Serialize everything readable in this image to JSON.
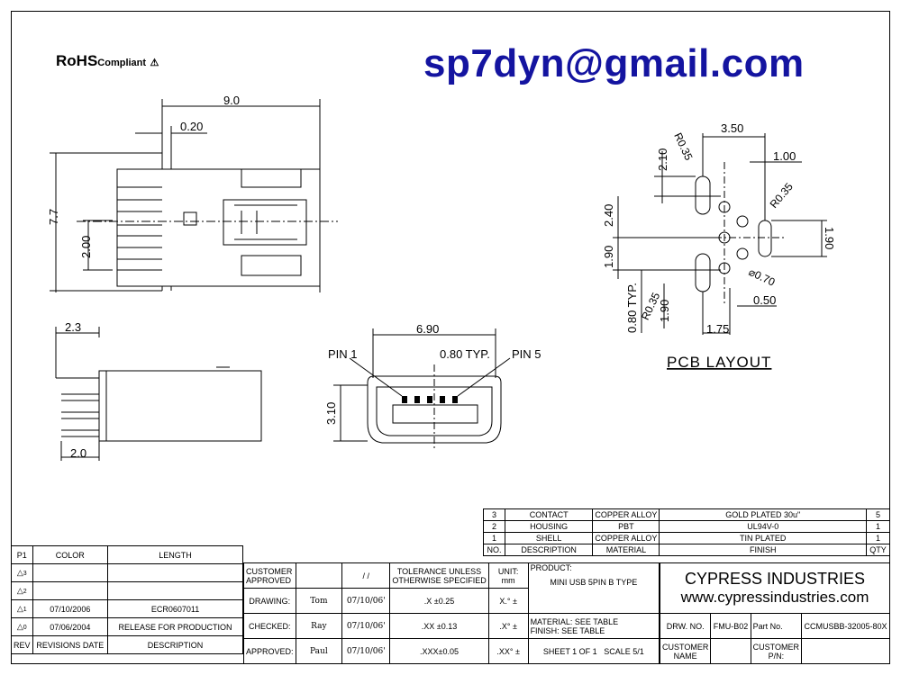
{
  "header": {
    "email": "sp7dyn@gmail.com",
    "rohs_main": "RoHS",
    "rohs_sub": "Compliant",
    "rohs_warn": "⚠"
  },
  "dims": {
    "top_width": "9.0",
    "top_020": "0.20",
    "top_height": "7.7",
    "top_200": "2.00",
    "side_23": "2.3",
    "side_20": "2.0",
    "front_690": "6.90",
    "front_080": "0.80 TYP.",
    "front_pin1": "PIN 1",
    "front_pin5": "PIN 5",
    "front_310": "3.10",
    "pcb_350": "3.50",
    "pcb_r035a": "R0.35",
    "pcb_210": "2.10",
    "pcb_100": "1.00",
    "pcb_r035b": "R0.35",
    "pcb_240": "2.40",
    "pcb_190a": "1.90",
    "pcb_190r": "1.90",
    "pcb_070": "⌀0.70",
    "pcb_050": "0.50",
    "pcb_080": "0.80 TYP.",
    "pcb_190b": "1.90",
    "pcb_r035c": "R0.35",
    "pcb_175": "1.75",
    "pcb_title": "PCB LAYOUT"
  },
  "bom": {
    "rows": [
      {
        "no": "3",
        "desc": "CONTACT",
        "material": "COPPER ALLOY",
        "finish": "GOLD PLATED 30u\"",
        "qty": "5"
      },
      {
        "no": "2",
        "desc": "HOUSING",
        "material": "PBT",
        "finish": "UL94V-0",
        "qty": "1"
      },
      {
        "no": "1",
        "desc": "SHELL",
        "material": "COPPER ALLOY",
        "finish": "TIN PLATED",
        "qty": "1"
      }
    ],
    "headers": {
      "no": "NO.",
      "desc": "DESCRIPTION",
      "material": "MATERIAL",
      "finish": "FINISH",
      "qty": "QTY"
    }
  },
  "revisions": {
    "headers": {
      "p1": "P1",
      "color": "COLOR",
      "length": "LENGTH"
    },
    "rows": [
      {
        "rev": "3",
        "date": "",
        "desc": ""
      },
      {
        "rev": "2",
        "date": "",
        "desc": ""
      },
      {
        "rev": "1",
        "date": "07/10/2006",
        "desc": "ECR0607011"
      },
      {
        "rev": "0",
        "date": "07/06/2004",
        "desc": "RELEASE FOR PRODUCTION"
      }
    ],
    "footer": {
      "rev": "REV",
      "date": "REVISIONS DATE",
      "desc": "DESCRIPTION"
    }
  },
  "titleblock": {
    "customer_approved": "CUSTOMER APPROVED",
    "slashes": "/ /",
    "drawing_label": "DRAWING:",
    "drawing_name": "Tom",
    "drawing_date": "07/10/06'",
    "checked_label": "CHECKED:",
    "checked_name": "Ray",
    "checked_date": "07/10/06'",
    "approved_label": "APPROVED:",
    "approved_name": "Paul",
    "approved_date": "07/10/06'",
    "tol_title1": "TOLERANCE UNLESS",
    "tol_title2": "OTHERWISE SPECIFIED",
    "tol1": ".X  ±0.25",
    "tol2": ".XX  ±0.13",
    "tol3": ".XXX±0.05",
    "unit_label": "UNIT:",
    "unit_value": "mm",
    "ang1": "X.°  ±",
    "ang2": ".X°  ±",
    "ang3": ".XX°  ±",
    "product_label": "PRODUCT:",
    "product_value": "MINI USB 5PIN B TYPE",
    "material_label": "MATERIAL:  SEE TABLE",
    "finish_label": "FINISH:  SEE TABLE",
    "sheet": "SHEET  1  OF  1",
    "scale": "SCALE  5/1",
    "company": "CYPRESS INDUSTRIES",
    "website": "www.cypressindustries.com",
    "drw_no_label": "DRW. NO.",
    "drw_no": "FMU-B02",
    "part_no_label": "Part No.",
    "part_no": "CCMUSBB-32005-80X",
    "customer_name": "CUSTOMER NAME",
    "customer_pn": "CUSTOMER P/N:"
  }
}
